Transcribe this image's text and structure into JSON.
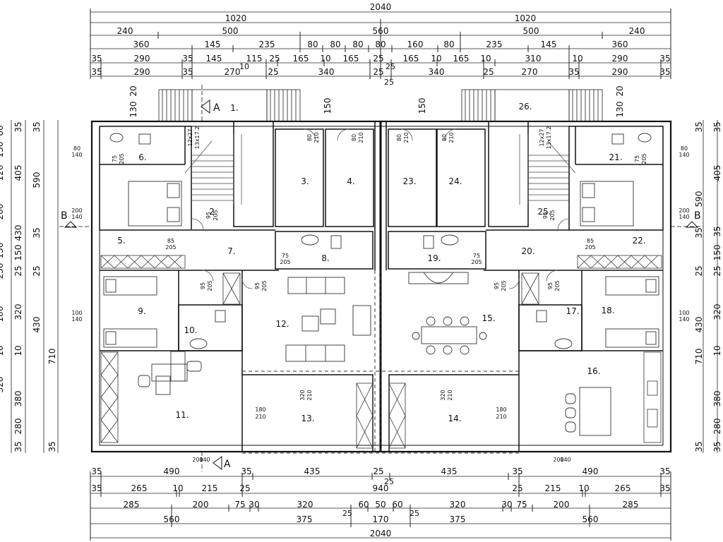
{
  "top_dims": {
    "row1": [
      "2040"
    ],
    "row2": [
      "1020",
      "1020"
    ],
    "row3": [
      "240",
      "500",
      "560",
      "500",
      "240"
    ],
    "row4": [
      "360",
      "145",
      "235",
      "80",
      "80",
      "80",
      "80",
      "160",
      "80",
      "235",
      "145",
      "360"
    ],
    "row5": [
      "35",
      "290",
      "35",
      "145",
      "115",
      "25",
      "165",
      "10",
      "165",
      "25",
      "165",
      "10",
      "165",
      "10",
      "310",
      "10",
      "290",
      "35"
    ],
    "row5_sub": [
      "10",
      "25"
    ],
    "row6": [
      "35",
      "290",
      "35",
      "270",
      "25",
      "340",
      "25",
      "340",
      "25",
      "270",
      "35",
      "290",
      "35"
    ],
    "row6_sub": [
      "25",
      "25"
    ]
  },
  "bottom_dims": {
    "row1": [
      "35",
      "490",
      "35",
      "435",
      "25",
      "435",
      "35",
      "490",
      "35"
    ],
    "row1_sub": [
      "25"
    ],
    "row2": [
      "35",
      "265",
      "10",
      "215",
      "25",
      "940",
      "25",
      "215",
      "10",
      "265",
      "35"
    ],
    "row3": [
      "285",
      "200",
      "75",
      "30",
      "320",
      "60",
      "50",
      "60",
      "320",
      "30",
      "75",
      "200",
      "285"
    ],
    "row3_sub": [
      "25",
      "25"
    ],
    "row4": [
      "560",
      "375",
      "170",
      "375",
      "560"
    ],
    "row5": [
      "2040"
    ]
  },
  "left_dims": {
    "outer": [
      "80",
      "150",
      "120",
      "200",
      "150",
      "250",
      "100",
      "10",
      "320"
    ],
    "mid": [
      "35",
      "405",
      "430",
      "150",
      "25",
      "320",
      "10",
      "380",
      "280",
      "35"
    ],
    "inner": [
      "35",
      "590",
      "35",
      "25",
      "430",
      "710",
      "35"
    ]
  },
  "right_dims": {
    "inner": [
      "35",
      "590",
      "35",
      "25",
      "430",
      "710",
      "35"
    ],
    "outer": [
      "35",
      "405",
      "35",
      "150",
      "25",
      "320",
      "10",
      "380",
      "280",
      "35"
    ]
  },
  "rooms": [
    "1.",
    "2.",
    "3.",
    "4.",
    "5.",
    "6.",
    "7.",
    "8.",
    "9.",
    "10.",
    "11.",
    "12.",
    "13.",
    "14.",
    "15.",
    "16.",
    "17.",
    "18.",
    "19.",
    "20.",
    "21.",
    "22.",
    "23.",
    "24.",
    "25.",
    "26."
  ],
  "section_marks": {
    "a": "A",
    "b": "B"
  },
  "openings": {
    "w_80_140": [
      "80",
      "140"
    ],
    "w_200_140": [
      "200",
      "140"
    ],
    "w_100_140": [
      "100",
      "140"
    ],
    "w_180_210": [
      "180",
      "210"
    ],
    "w_320_210": [
      "320",
      "210"
    ],
    "w_85_205": [
      "85",
      "205"
    ],
    "w_75_205": [
      "75",
      "205"
    ],
    "d_95_205": [
      "95",
      "205"
    ],
    "d_80_210": [
      "80",
      "210"
    ],
    "d_75_205": [
      "75",
      "205"
    ],
    "stair": [
      "12x27",
      "13x17.2"
    ],
    "kitchen_top": [
      "130",
      "20"
    ],
    "door_150": "150"
  }
}
